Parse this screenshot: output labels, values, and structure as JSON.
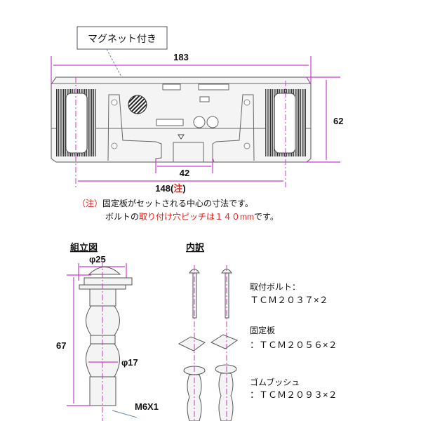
{
  "top_view": {
    "callout": "マグネット付き",
    "dim_width": "183",
    "dim_height": "62",
    "dim_center": "42",
    "dim_pitch": "148",
    "dim_pitch_note_open": "(",
    "dim_pitch_note": "注",
    "dim_pitch_note_close": ")",
    "note_line1_prefix": "（",
    "note_line1_mark": "注",
    "note_line1_suffix": "）",
    "note_line1_text": "固定板がセットされる中心の寸法です。",
    "note_line2_a": "ボルトの",
    "note_line2_red": "取り付け穴ピッチは１４０mm",
    "note_line2_b": "です。"
  },
  "assembly": {
    "title": "組立図",
    "dim_head": "φ25",
    "dim_length": "67",
    "dim_body": "φ17",
    "thread": "M6X1"
  },
  "parts": {
    "title": "内訳",
    "items": [
      {
        "name": "取付ボルト：",
        "code": "ＴＣＭ２０３７×２"
      },
      {
        "name": "固定板",
        "code": "：ＴＣＭ２０５６×２"
      },
      {
        "name": "ゴムブッシュ",
        "code": "：ＴＣＭ２０９３×２"
      }
    ]
  },
  "colors": {
    "dimension": "#c83cc8",
    "note_red": "#e0201c"
  }
}
